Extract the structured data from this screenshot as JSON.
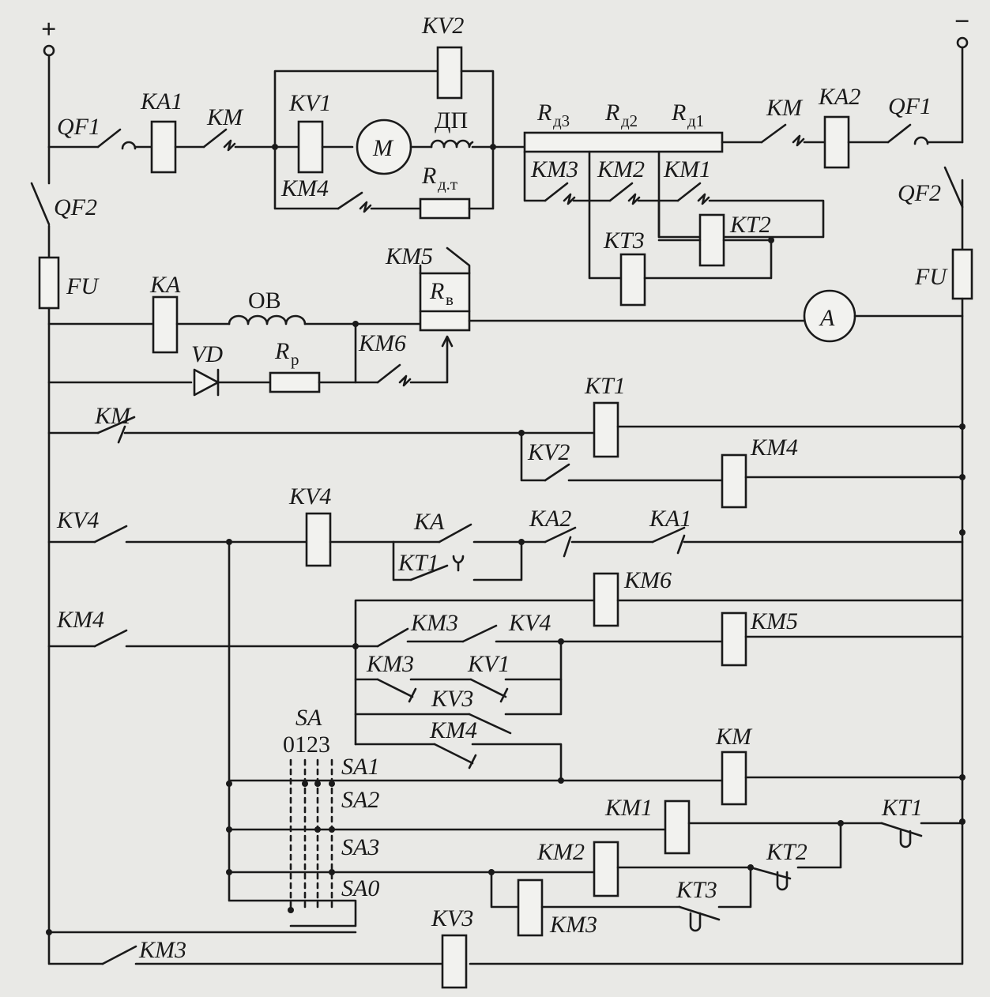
{
  "supply": {
    "plus": "+",
    "minus": "−"
  },
  "labels": {
    "QF1_left": "QF1",
    "KA1": "KA1",
    "KM_top_left": "KM",
    "KV2_top": "KV2",
    "KV1_top": "KV1",
    "motor": "M",
    "DP": "ДП",
    "KM4_top": "KM4",
    "Rdt": "R",
    "Rdt_sub": "д.т",
    "Rd3": "R",
    "Rd3_sub": "д3",
    "Rd2": "R",
    "Rd2_sub": "д2",
    "Rd1": "R",
    "Rd1_sub": "д1",
    "KM_top_right": "KM",
    "KA2_top": "KA2",
    "QF1_right": "QF1",
    "KM3_top": "KM3",
    "KM2_top": "KM2",
    "KM1_top": "KM1",
    "KT2_top": "KT2",
    "KT3_top": "KT3",
    "QF2_left": "QF2",
    "QF2_right": "QF2",
    "FU_left": "FU",
    "FU_right": "FU",
    "KA": "KA",
    "OV": "ОВ",
    "KM5_top": "KM5",
    "Rv": "R",
    "Rv_sub": "в",
    "ammeter": "A",
    "VD": "VD",
    "Rp": "R",
    "Rp_sub": "р",
    "KM6_contact": "KM6",
    "KT1_coil": "KT1",
    "KM_nc": "KM",
    "KV2_contact": "KV2",
    "KM4_coil": "KM4",
    "KV4_contact": "KV4",
    "KV4_coil": "KV4",
    "KA_contact": "KA",
    "KT1_timed": "KT1",
    "KA2_contact": "KA2",
    "KA1_contact": "KA1",
    "KM6_coil": "KM6",
    "KM4_contact": "KM4",
    "KM3_contact_a": "KM3",
    "KV4_contact_b": "KV4",
    "KM5_coil": "KM5",
    "KM3_contact_b": "KM3",
    "KV1_contact": "KV1",
    "KV3_contact": "KV3",
    "KM4_contact_b": "KM4",
    "KM_coil": "KM",
    "SA": "SA",
    "SA_positions": "0123",
    "SA1": "SA1",
    "SA2": "SA2",
    "SA3": "SA3",
    "SA0": "SA0",
    "KM1_coil": "KM1",
    "KT1_contact": "KT1",
    "KM2_coil": "KM2",
    "KT2_contact": "KT2",
    "KM3_coil": "KM3",
    "KT3_contact": "KT3",
    "KV3_coil": "KV3",
    "KM3_bottom": "KM3"
  }
}
